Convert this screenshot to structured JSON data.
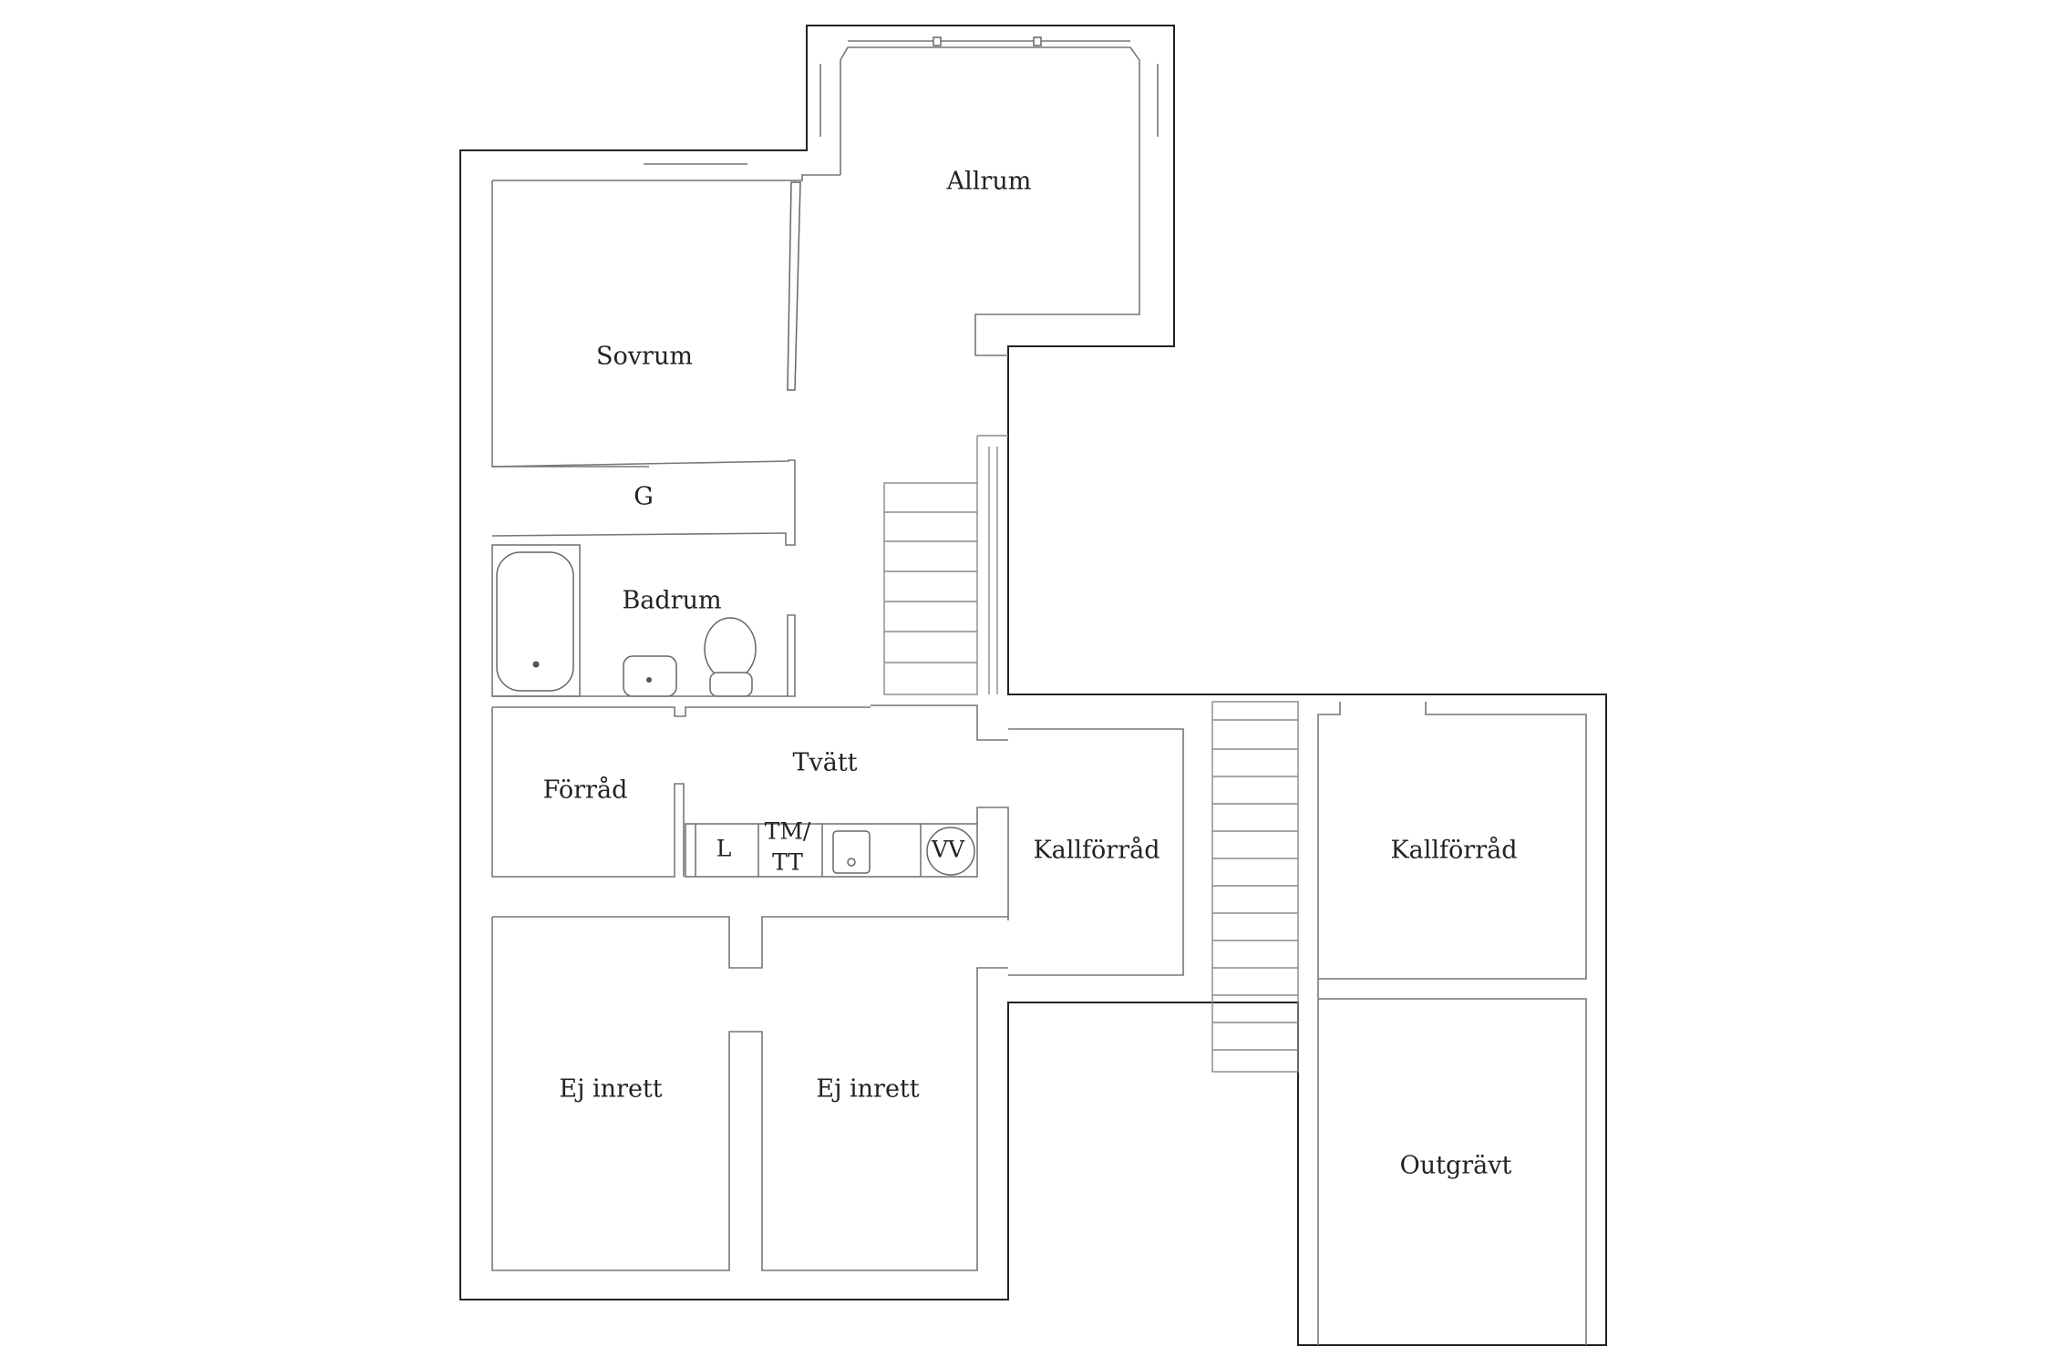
{
  "rooms": {
    "allrum": "Allrum",
    "sovrum": "Sovrum",
    "garderob": "G",
    "badrum": "Badrum",
    "tvatt": "Tvätt",
    "forrad": "Förråd",
    "kallforrad_left": "Kallförråd",
    "kallforrad_right": "Kallförråd",
    "ej_inrett_left": "Ej inrett",
    "ej_inrett_right": "Ej inrett",
    "outgravt": "Outgrävt"
  },
  "fixtures": {
    "laundry_l": "L",
    "laundry_tm_line1": "TM/",
    "laundry_tm_line2": "TT",
    "water_heater": "VV"
  },
  "colors": {
    "outer_wall": "#222222",
    "inner_wall": "#777777",
    "background": "#ffffff"
  }
}
